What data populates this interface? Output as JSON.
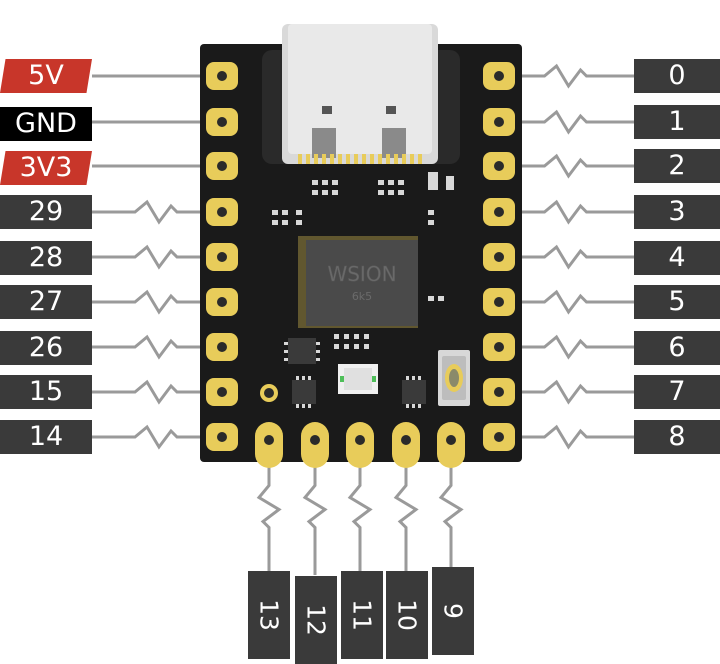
{
  "board": {
    "chip_marking": "WSION",
    "chip_sub_marking": "6k5"
  },
  "pins": {
    "left": [
      {
        "label": "5V",
        "kind": "power"
      },
      {
        "label": "GND",
        "kind": "ground"
      },
      {
        "label": "3V3",
        "kind": "power"
      },
      {
        "label": "29",
        "kind": "gpio"
      },
      {
        "label": "28",
        "kind": "gpio"
      },
      {
        "label": "27",
        "kind": "gpio"
      },
      {
        "label": "26",
        "kind": "gpio"
      },
      {
        "label": "15",
        "kind": "gpio"
      },
      {
        "label": "14",
        "kind": "gpio"
      }
    ],
    "right": [
      "0",
      "1",
      "2",
      "3",
      "4",
      "5",
      "6",
      "7",
      "8"
    ],
    "bottom": [
      "13",
      "12",
      "11",
      "10",
      "9"
    ]
  },
  "colors": {
    "power": "#c8362a",
    "ground": "#000000",
    "gpio": "#3a3a3a",
    "pcb": "#1a1a1a",
    "pad_gold": "#e8cc5a",
    "leader_line": "#9a9a9a"
  }
}
